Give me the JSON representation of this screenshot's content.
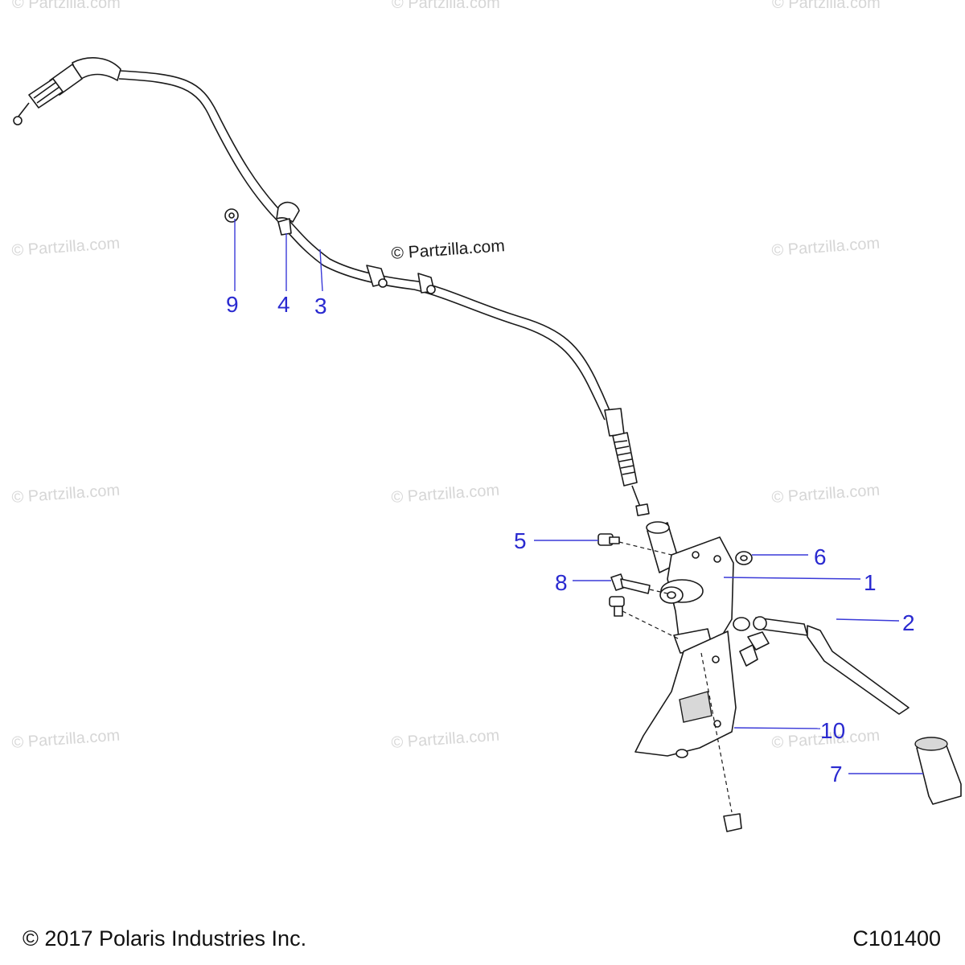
{
  "watermark": {
    "text": "© Partzilla.com",
    "center_text": "© Partzilla.com"
  },
  "callouts": {
    "c1": "1",
    "c2": "2",
    "c3": "3",
    "c4": "4",
    "c5": "5",
    "c6": "6",
    "c7": "7",
    "c8": "8",
    "c9": "9",
    "c10": "10"
  },
  "footer": {
    "copyright": "© 2017 Polaris Industries Inc.",
    "diagram_code": "C101400"
  },
  "colors": {
    "callout": "#2a2ad0",
    "line_art": "#1a1a1a",
    "watermark": "#d6d6d6"
  }
}
